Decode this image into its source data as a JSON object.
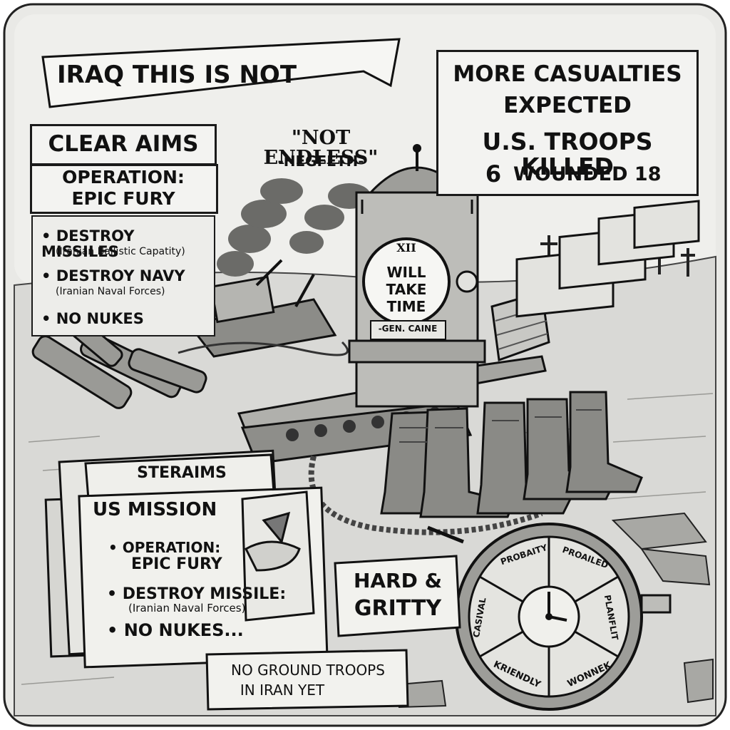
{
  "banner": {
    "title": "IRAQ THIS IS NOT"
  },
  "casualties": {
    "line1": "MORE CASUALTIES",
    "line2": "EXPECTED",
    "line3": "U.S. TROOPS KILLED",
    "killed": "6",
    "wounded": "WOUNDED 18"
  },
  "quote": {
    "text": "\"NOT ENDLESS\"",
    "attribution": "-HEGFETH-"
  },
  "clear_aims": {
    "heading": "CLEAR AIMS",
    "operation_line1": "OPERATION:",
    "operation_line2": "EPIC FURY",
    "items": [
      {
        "label": "• DESTROY MISSILES",
        "sub": "(Iranian Ballistic Capatity)"
      },
      {
        "label": "• DESTROY NAVY",
        "sub": "(Iranian Naval Forces)"
      },
      {
        "label": "• NO NUKES",
        "sub": ""
      }
    ]
  },
  "clock": {
    "numeral": "XII",
    "line1": "WILL",
    "line2": "TAKE",
    "line3": "TIME",
    "plaque": "-GEN. CAINE"
  },
  "folder": {
    "tab": "STERAIMS",
    "heading": "US MISSION",
    "operation_line1": "• OPERATION:",
    "operation_line2": "EPIC FURY",
    "item1": "• DESTROY MISSILE:",
    "item1_sub": "(Iranian Naval Forces)",
    "item2": "• NO NUKES..."
  },
  "hard_sign": {
    "line1": "HARD &",
    "line2": "GRITTY"
  },
  "ground_sign": {
    "line1": "NO GROUND TROOPS",
    "line2": "IN IRAN YET"
  },
  "gauge": {
    "segments": [
      "PROBAITY",
      "PROAILED",
      "PLANFLIT",
      "WONNEK",
      "KRIENDLY",
      "CASIVAL"
    ]
  },
  "colors": {
    "ink": "#111111",
    "paper": "#f3f3f1",
    "ground": "#d9d9d6"
  }
}
